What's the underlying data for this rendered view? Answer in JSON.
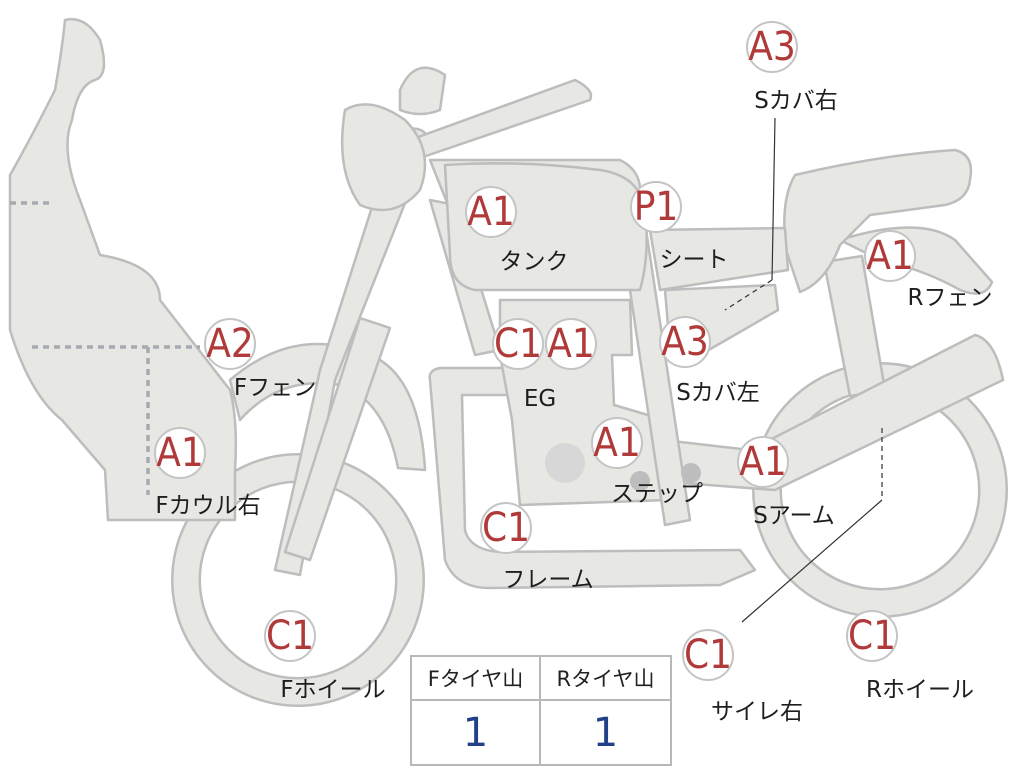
{
  "parts": [
    {
      "id": "s-cover-right",
      "grade": "A3",
      "label": "Sカバ右"
    },
    {
      "id": "tank",
      "grade": "A1",
      "label": "タンク"
    },
    {
      "id": "seat",
      "grade": "P1",
      "label": "シート"
    },
    {
      "id": "r-fender",
      "grade": "A1",
      "label": "Rフェン"
    },
    {
      "id": "f-fender",
      "grade": "A2",
      "label": "Fフェン"
    },
    {
      "id": "engine-c",
      "grade": "C1",
      "label": "EG"
    },
    {
      "id": "engine-a",
      "grade": "A1",
      "label": ""
    },
    {
      "id": "s-cover-left",
      "grade": "A3",
      "label": "Sカバ左"
    },
    {
      "id": "f-cowl-right",
      "grade": "A1",
      "label": "Fカウル右"
    },
    {
      "id": "step",
      "grade": "A1",
      "label": "ステップ"
    },
    {
      "id": "swing-arm",
      "grade": "A1",
      "label": "Sアーム"
    },
    {
      "id": "frame",
      "grade": "C1",
      "label": "フレーム"
    },
    {
      "id": "f-wheel",
      "grade": "C1",
      "label": "Fホイール"
    },
    {
      "id": "silencer-right",
      "grade": "C1",
      "label": "サイレ右"
    },
    {
      "id": "r-wheel",
      "grade": "C1",
      "label": "Rホイール"
    }
  ],
  "tyre_table": {
    "front_header": "Fタイヤ山",
    "rear_header": "Rタイヤ山",
    "front_value": "1",
    "rear_value": "1"
  },
  "colors": {
    "body_fill": "#e7e7e4",
    "body_stroke": "#bdbdbd",
    "grade_text": "#b03a3a",
    "tyre_value": "#22408a"
  }
}
